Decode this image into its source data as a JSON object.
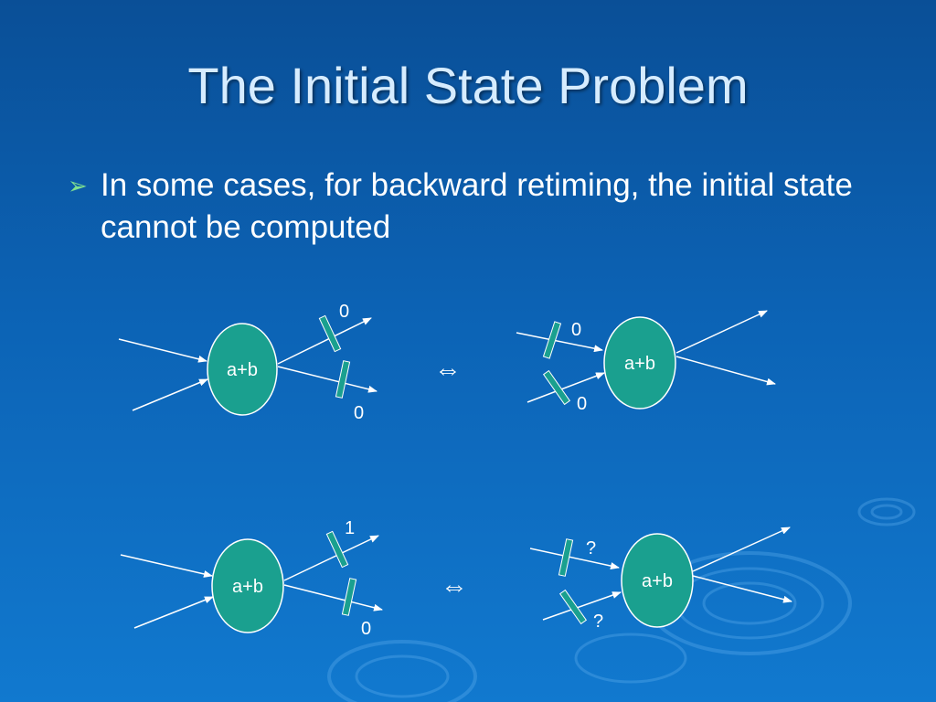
{
  "slide": {
    "title": "The Initial State Problem",
    "bullet": "In some cases, for backward retiming, the initial state cannot be computed"
  },
  "colors": {
    "node_fill": "#1aa08f",
    "register_fill": "#1aa08f",
    "line": "#ffffff",
    "bullet_marker": "#7fe08f",
    "title_text": "#d6ecff"
  },
  "icons": {
    "bullet": "arrowhead-bullet-icon",
    "equivalence": "double-arrow-icon"
  },
  "diagram": {
    "top_left": {
      "node_label": "a+b",
      "upper_register_value": "0",
      "lower_register_value": "0"
    },
    "top_right": {
      "node_label": "a+b",
      "upper_register_value": "0",
      "lower_register_value": "0"
    },
    "bottom_left": {
      "node_label": "a+b",
      "upper_register_value": "1",
      "lower_register_value": "0"
    },
    "bottom_right": {
      "node_label": "a+b",
      "upper_register_value": "?",
      "lower_register_value": "?"
    },
    "equivalence_symbol": "⇔"
  }
}
